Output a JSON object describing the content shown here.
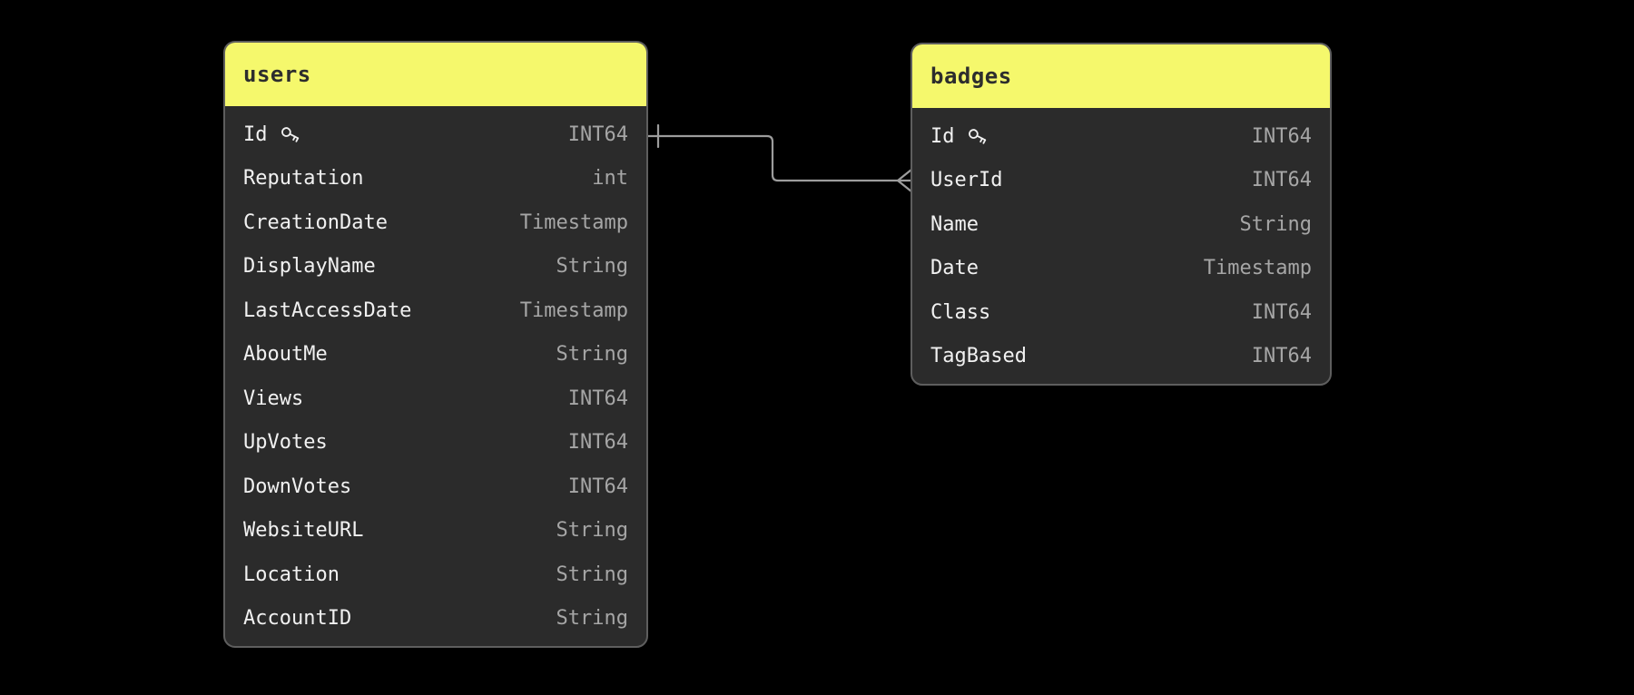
{
  "diagram": {
    "colors": {
      "canvas-bg": "#000000",
      "header-bg": "#f5f86c",
      "header-text": "#2d2d2d",
      "body-bg": "#2b2b2b",
      "table-border": "#5e5e5e",
      "field-text": "#f1f1f1",
      "type-text": "#a6a6a6",
      "line-color": "#9c9c9c"
    },
    "tables": [
      {
        "name": "users",
        "fields": [
          {
            "name": "Id",
            "type": "INT64",
            "key": true,
            "key_icon": "key-icon"
          },
          {
            "name": "Reputation",
            "type": "int"
          },
          {
            "name": "CreationDate",
            "type": "Timestamp"
          },
          {
            "name": "DisplayName",
            "type": "String"
          },
          {
            "name": "LastAccessDate",
            "type": "Timestamp"
          },
          {
            "name": "AboutMe",
            "type": "String"
          },
          {
            "name": "Views",
            "type": "INT64"
          },
          {
            "name": "UpVotes",
            "type": "INT64"
          },
          {
            "name": "DownVotes",
            "type": "INT64"
          },
          {
            "name": "WebsiteURL",
            "type": "String"
          },
          {
            "name": "Location",
            "type": "String"
          },
          {
            "name": "AccountID",
            "type": "String"
          }
        ]
      },
      {
        "name": "badges",
        "fields": [
          {
            "name": "Id",
            "type": "INT64",
            "key": true,
            "key_icon": "key-icon"
          },
          {
            "name": "UserId",
            "type": "INT64"
          },
          {
            "name": "Name",
            "type": "String"
          },
          {
            "name": "Date",
            "type": "Timestamp"
          },
          {
            "name": "Class",
            "type": "INT64"
          },
          {
            "name": "TagBased",
            "type": "INT64"
          }
        ]
      }
    ],
    "relationship": {
      "from_table": "users",
      "from_field": "Id",
      "to_table": "badges",
      "to_field": "UserId",
      "from_cardinality": "one",
      "to_cardinality": "many"
    }
  }
}
